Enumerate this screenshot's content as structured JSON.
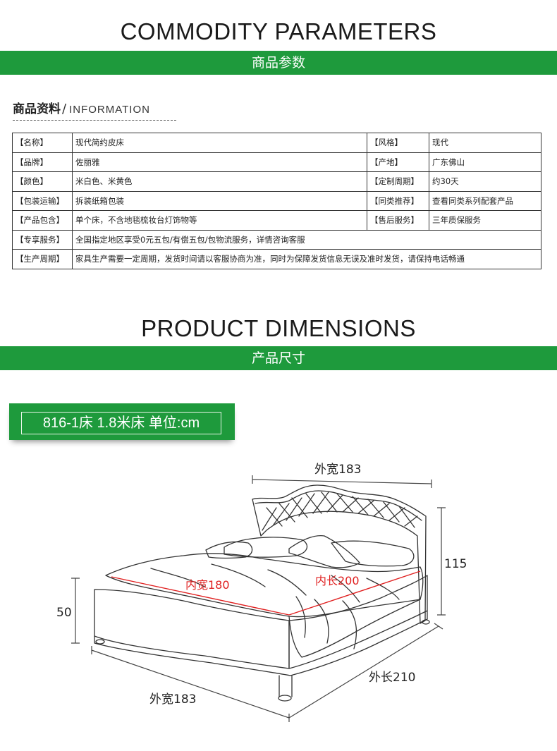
{
  "sections": {
    "params_en": "COMMODITY PARAMETERS",
    "params_cn": "商品参数",
    "dims_en": "PRODUCT DIMENSIONS",
    "dims_cn": "产品尺寸"
  },
  "info_heading": {
    "cn": "商品资料",
    "sep": "/",
    "en": "INFORMATION"
  },
  "table": {
    "rows": [
      {
        "k1": "【名称】",
        "v1": "现代简约皮床",
        "k2": "【风格】",
        "v2": "现代"
      },
      {
        "k1": "【品牌】",
        "v1": "佐丽雅",
        "k2": "【产地】",
        "v2": "广东佛山"
      },
      {
        "k1": "【颜色】",
        "v1": "米白色、米黄色",
        "k2": "【定制周期】",
        "v2": "约30天"
      },
      {
        "k1": "【包装运输】",
        "v1": "拆装纸箱包装",
        "k2": "【同类推荐】",
        "v2": "查看同类系列配套产品"
      },
      {
        "k1": "【产品包含】",
        "v1": "单个床，不含地毯梳妆台灯饰物等",
        "k2": "【售后服务】",
        "v2": "三年质保服务"
      }
    ],
    "wide_rows": [
      {
        "k": "【专享服务】",
        "v": "全国指定地区享受0元五包/有偿五包/包物流服务，详情咨询客服"
      },
      {
        "k": "【生产周期】",
        "v": "家具生产需要一定周期，发货时间请以客服协商为准，同时为保障发货信息无误及准时发货，请保持电话畅通"
      }
    ]
  },
  "spec_tag": "816-1床 1.8米床 单位:cm",
  "dimensions": {
    "outer_width_top": "外宽183",
    "height": "115",
    "inner_width": "内宽180",
    "inner_length": "内长200",
    "base_height": "50",
    "outer_length": "外长210",
    "outer_width_bottom": "外宽183"
  },
  "colors": {
    "brand_green": "#1e9a3c",
    "inner_dim_red": "#e02020"
  }
}
